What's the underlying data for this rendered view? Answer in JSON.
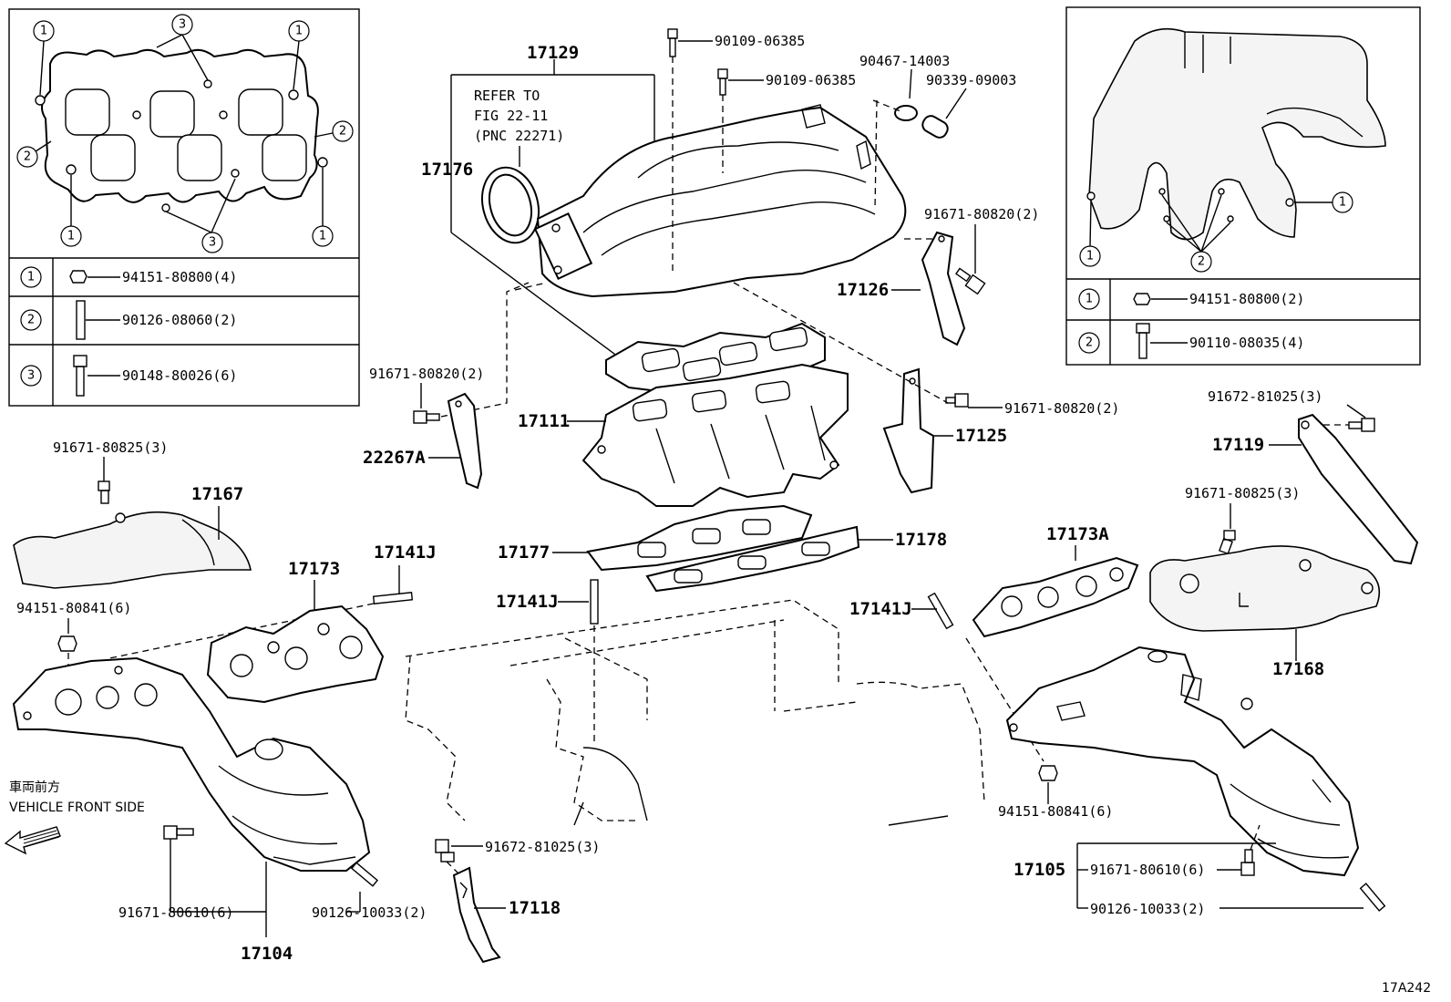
{
  "diagram_code": "17A242",
  "direction_note": {
    "jp": "車両前方",
    "en": "VEHICLE FRONT SIDE"
  },
  "intake_inset": {
    "rows": [
      {
        "ref": "1",
        "part": "94151-80800(4)"
      },
      {
        "ref": "2",
        "part": "90126-08060(2)"
      },
      {
        "ref": "3",
        "part": "90148-80026(6)"
      }
    ],
    "markers": [
      "1",
      "1",
      "3",
      "2",
      "2",
      "1",
      "1",
      "3"
    ]
  },
  "exhaust_inset": {
    "rows": [
      {
        "ref": "1",
        "part": "94151-80800(2)"
      },
      {
        "ref": "2",
        "part": "90110-08035(4)"
      }
    ],
    "markers": [
      "1",
      "1",
      "2"
    ]
  },
  "reference_note": [
    "REFER TO",
    "FIG 22-11",
    "(PNC 22271)"
  ],
  "callouts": {
    "c17129": "17129",
    "c17176": "17176",
    "c90109a": "90109-06385",
    "c90109b": "90109-06385",
    "c90467": "90467-14003",
    "c90339": "90339-09003",
    "c91671_top": "91671-80820(2)",
    "c17126": "17126",
    "c91671_left": "91671-80820(2)",
    "c22267A": "22267A",
    "c17111": "17111",
    "c91671_right": "91671-80820(2)",
    "c17125": "17125",
    "c91672_r": "91672-81025(3)",
    "c17119": "17119",
    "c91671_825_r": "91671-80825(3)",
    "c91671_825_l": "91671-80825(3)",
    "c17167": "17167",
    "c17173": "17173",
    "c17141J_a": "17141J",
    "c17177": "17177",
    "c17178": "17178",
    "c17141J_b": "17141J",
    "c17173A": "17173A",
    "c17141J_c": "17141J",
    "c17168": "17168",
    "c94151_841_l": "94151-80841(6)",
    "c94151_841_r": "94151-80841(6)",
    "c91672_b": "91672-81025(3)",
    "c17118": "17118",
    "c91671_610_l": "91671-80610(6)",
    "c90126_l": "90126-10033(2)",
    "c17104": "17104",
    "c17105": "17105",
    "c91671_610_r": "91671-80610(6)",
    "c90126_r": "90126-10033(2)"
  }
}
